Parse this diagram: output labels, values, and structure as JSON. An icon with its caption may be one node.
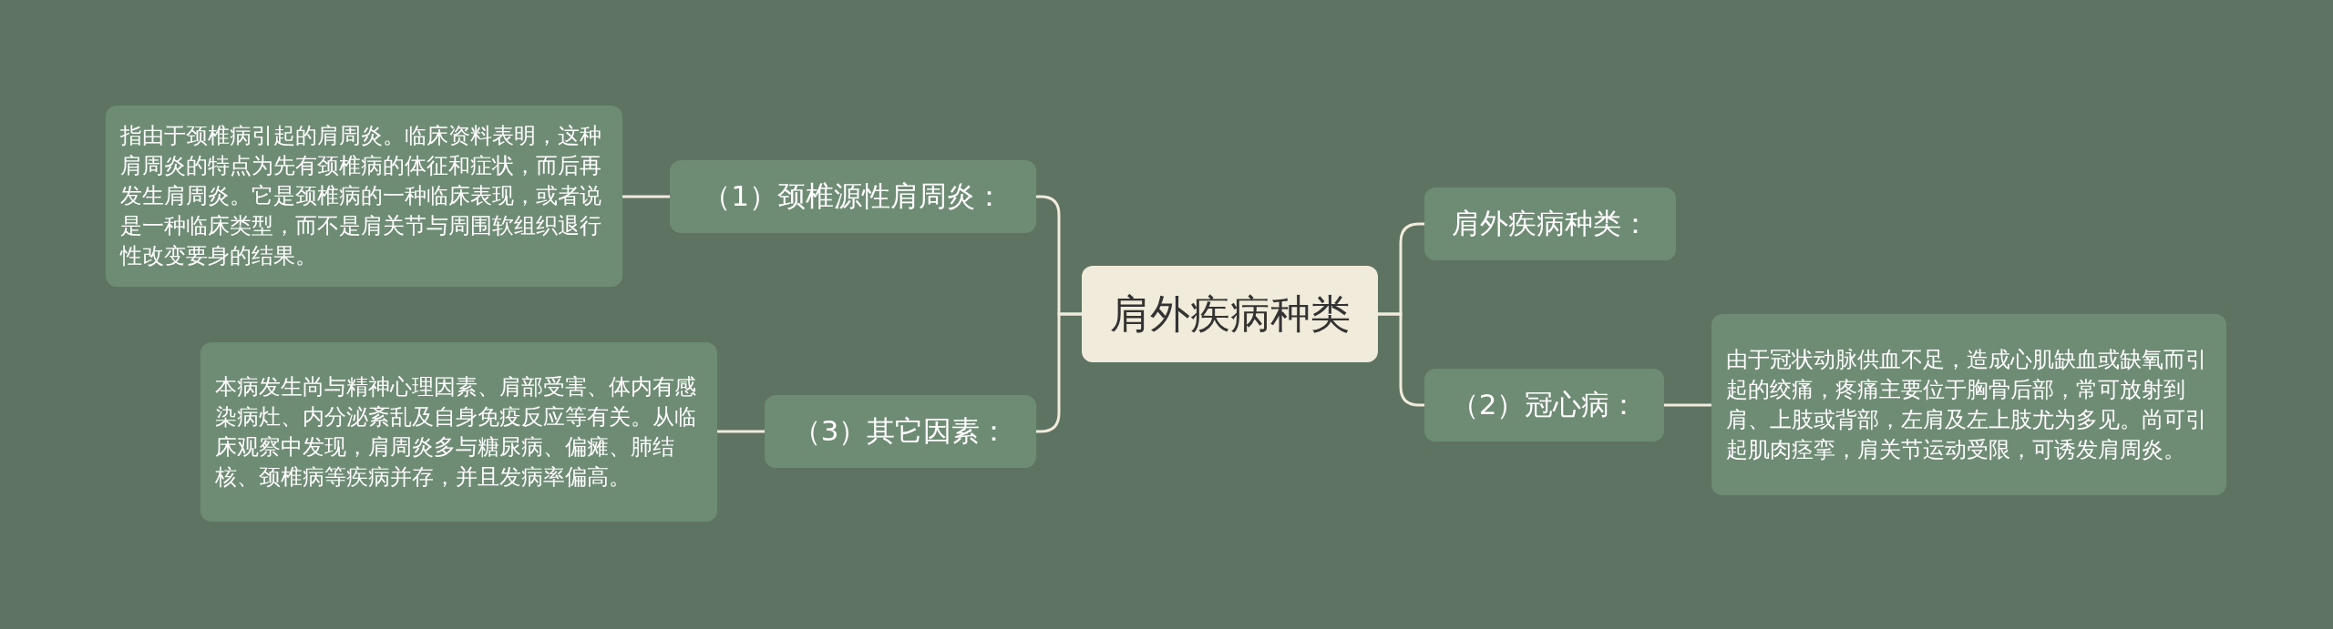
{
  "diagram": {
    "nodes": [
      {
        "text": [
          "肩外疾病种类"
        ]
      },
      {
        "text": [
          "（1）颈椎源性肩周炎："
        ]
      },
      {
        "text": [
          "指由于颈椎病引起的肩周炎。临床资料表明，这种肩周炎的特点为先有颈椎病的体征和症状，而后再发生肩周炎。它是颈椎病的一种临床表现，或者说是一种临床类型，而不是肩关节与周围软组织退行性改变要身的结果。"
        ]
      },
      {
        "text": [
          "肩外疾病种类："
        ]
      },
      {
        "text": [
          "（2）冠心病："
        ]
      },
      {
        "text": [
          "由于冠状动脉供血不足，造成心肌缺血或缺氧而引起的绞痛，疼痛主要位于胸骨后部，常可放射到肩、上肢或背部，左肩及左上肢尤为多见。尚可引起肌肉痉挛，肩关节运动受限，可诱发肩周炎。"
        ]
      },
      {
        "text": [
          "（3）其它因素："
        ]
      },
      {
        "text": [
          "本病发生尚与精神心理因素、肩部受害、体内有感染病灶、内分泌紊乱及自身免疫反应等有关。从临床观察中发现，肩周炎多与糖尿病、偏瘫、肺结核、颈椎病等疾病并存，并且发病率偏高。"
        ]
      }
    ],
    "edges": [
      {
        "from": 0,
        "to": 1,
        "arrow": "none"
      },
      {
        "from": 1,
        "to": 2,
        "arrow": "none"
      },
      {
        "from": 0,
        "to": 3,
        "arrow": "none"
      },
      {
        "from": 0,
        "to": 4,
        "arrow": "none"
      },
      {
        "from": 4,
        "to": 5,
        "arrow": "none"
      },
      {
        "from": 0,
        "to": 6,
        "arrow": "none"
      },
      {
        "from": 6,
        "to": 7,
        "arrow": "none"
      }
    ]
  }
}
